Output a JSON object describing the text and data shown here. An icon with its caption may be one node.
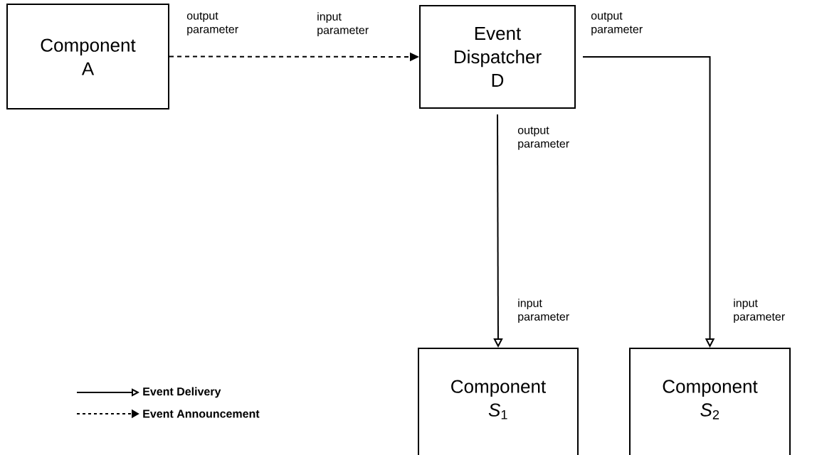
{
  "diagram": {
    "nodes": [
      {
        "text": [
          "Component A"
        ]
      },
      {
        "text": [
          "Event Dispatcher D"
        ]
      },
      {
        "text": [
          "Component *S*$_{1}$"
        ]
      },
      {
        "text": [
          "Component *S*$_{2}$"
        ]
      }
    ],
    "edges": [
      {
        "from": 0,
        "to": 1,
        "arrow": "to",
        "style": "dashed"
      },
      {
        "from": 1,
        "to": 2,
        "arrow": "to"
      },
      {
        "from": 1,
        "to": 3,
        "arrow": "to"
      }
    ],
    "labels": [
      "output parameter",
      "input parameter",
      "output parameter",
      "output parameter",
      "input parameter",
      "input parameter"
    ],
    "legend": [
      {
        "text": "Event Delivery"
      },
      {
        "text": "Event Announcement"
      }
    ]
  }
}
